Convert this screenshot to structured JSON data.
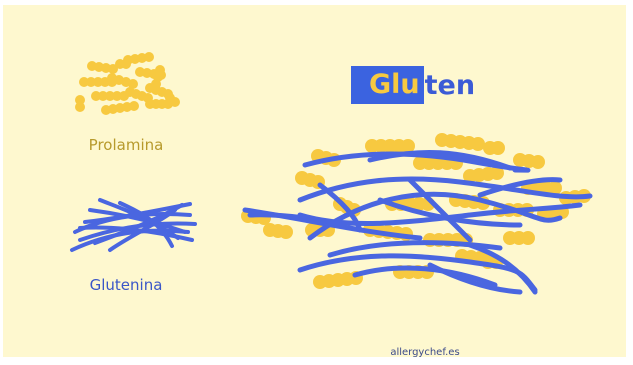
{
  "prolamina": {
    "label": "Prolamina"
  },
  "glutenina": {
    "label": "Glutenina"
  },
  "gluten": {
    "title_highlight": "Glu",
    "title_rest": "ten"
  },
  "credit": "allergychef.es",
  "colors": {
    "background": "#fef8cf",
    "prolamina_yellow": "#f7c940",
    "glutenina_blue": "#4a66e0",
    "title_highlight_bg": "#3b63e0"
  }
}
